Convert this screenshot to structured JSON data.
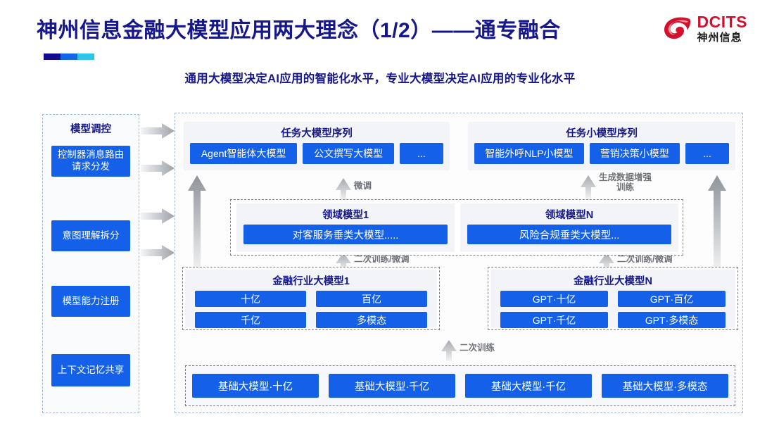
{
  "header": {
    "title": "神州信息金融大模型应用两大理念（1/2）——通专融合",
    "subtitle": "通用大模型决定AI应用的智能化水平，专业大模型决定AI应用的专业化水平",
    "logo_en": "DCITS",
    "logo_cn": "神州信息",
    "title_color": "#17178c",
    "logo_color": "#d3112e",
    "accent_colors": [
      "#120a8f",
      "#1565e8",
      "#2ec6e8"
    ]
  },
  "sidebar": {
    "title": "模型调控",
    "items": [
      {
        "label": "控制器消息路由请求分发"
      },
      {
        "label": "意图理解拆分"
      },
      {
        "label": "模型能力注册"
      },
      {
        "label": "上下文记忆共享"
      }
    ]
  },
  "main": {
    "task_sequences": [
      {
        "title": "任务大模型序列",
        "chips": [
          "Agent智能体大模型",
          "公文撰写大模型",
          "..."
        ]
      },
      {
        "title": "任务小模型序列",
        "chips": [
          "智能外呼NLP小模型",
          "营销决策小模型",
          "..."
        ]
      }
    ],
    "domain_models": [
      {
        "title": "领域模型1",
        "chip": "对客服务垂类大模型....."
      },
      {
        "title": "领域模型N",
        "chip": "风险合规垂类大模型..."
      }
    ],
    "industry_models": [
      {
        "title": "金融行业大模型1",
        "cells": [
          "十亿",
          "百亿",
          "千亿",
          "多模态"
        ]
      },
      {
        "title": "金融行业大模型N",
        "cells": [
          "GPT·十亿",
          "GPT·百亿",
          "GPT·千亿",
          "GPT·多模态"
        ]
      }
    ],
    "base_models": [
      "基础大模型·十亿",
      "基础大模型·千亿",
      "基础大模型·千亿",
      "基础大模型·多模态"
    ],
    "flow_labels": {
      "fine_tune": "微调",
      "data_augment": "生成数据增强\n训练",
      "retrain_tune_left": "二次训练/微调",
      "retrain_tune_right": "二次训练/微调",
      "retrain": "二次训练"
    }
  },
  "colors": {
    "chip_blue": "#1560e8",
    "panel_gray": "#f2f4f8",
    "dashed_border": "#7f7f7f",
    "arrow_gray": "#a8abb0"
  }
}
